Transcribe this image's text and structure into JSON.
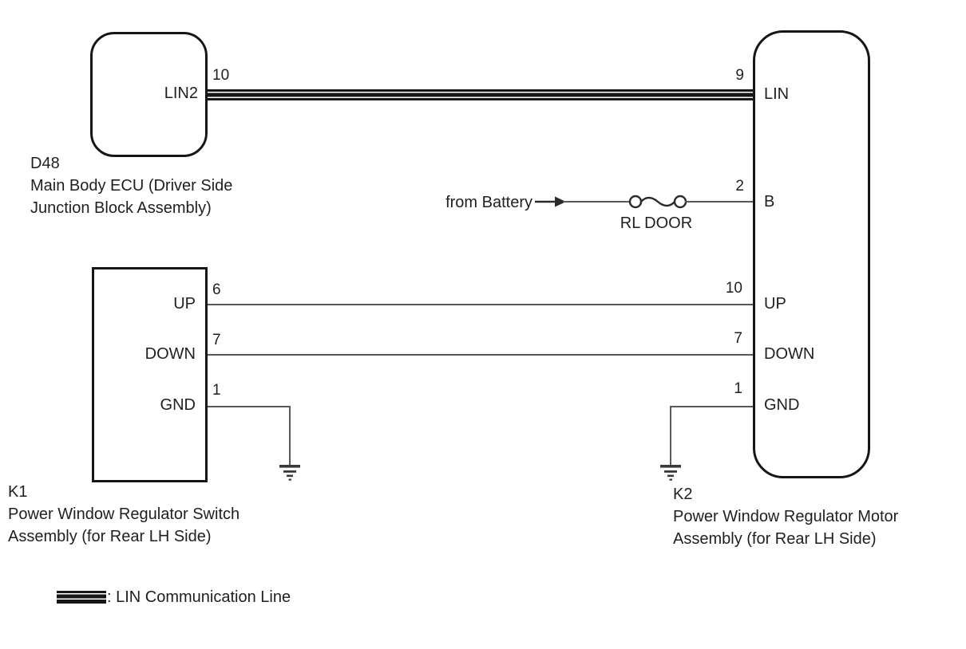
{
  "d48": {
    "code": "D48",
    "name_lines": [
      "Main Body ECU (Driver Side",
      "Junction Block Assembly)"
    ],
    "pin_label": "LIN2",
    "pin_number": "10"
  },
  "k1": {
    "code": "K1",
    "name_lines": [
      "Power Window Regulator Switch",
      "Assembly (for Rear LH Side)"
    ],
    "pins": [
      {
        "label": "UP",
        "number": "6"
      },
      {
        "label": "DOWN",
        "number": "7"
      },
      {
        "label": "GND",
        "number": "1"
      }
    ]
  },
  "k2": {
    "code": "K2",
    "name_lines": [
      "Power Window Regulator Motor",
      "Assembly (for Rear LH Side)"
    ],
    "pins": [
      {
        "label": "LIN",
        "number": "9"
      },
      {
        "label": "B",
        "number": "2"
      },
      {
        "label": "UP",
        "number": "10"
      },
      {
        "label": "DOWN",
        "number": "7"
      },
      {
        "label": "GND",
        "number": "1"
      }
    ]
  },
  "battery": {
    "source_label": "from Battery",
    "fuse_label": "RL DOOR"
  },
  "legend": {
    "label": ": LIN Communication Line"
  },
  "colors": {
    "line_black": "#161616",
    "wire_gray": "#58585a",
    "background": "#ffffff"
  }
}
